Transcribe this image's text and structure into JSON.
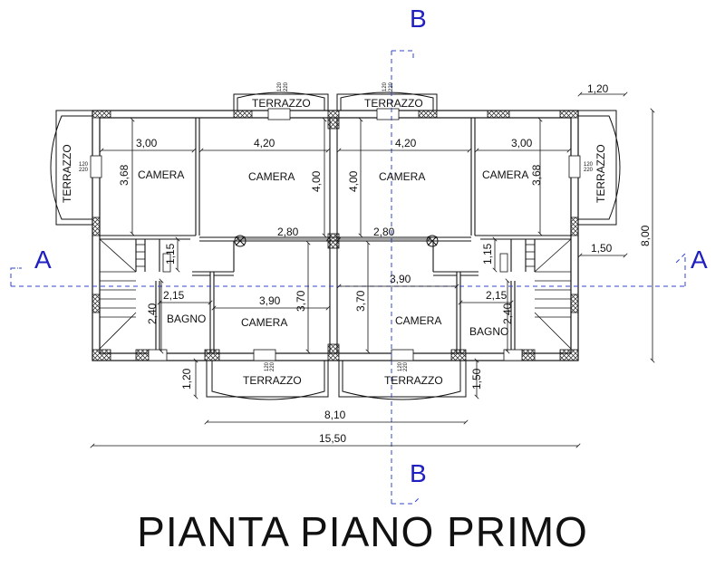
{
  "title": "PIANTA PIANO PRIMO",
  "section_labels": {
    "a_left": "A",
    "a_right": "A",
    "b_top": "B",
    "b_bottom": "B"
  },
  "rooms": {
    "camera_tl": "CAMERA",
    "camera_tcl": "CAMERA",
    "camera_tcr": "CAMERA",
    "camera_tr": "CAMERA",
    "camera_bcl": "CAMERA",
    "camera_bcr": "CAMERA",
    "bagno_l": "BAGNO",
    "bagno_r": "BAGNO",
    "terrazzo_top_l": "TERRAZZO",
    "terrazzo_top_r": "TERRAZZO",
    "terrazzo_left": "TERRAZZO",
    "terrazzo_right": "TERRAZZO",
    "terrazzo_bot_l": "TERRAZZO",
    "terrazzo_bot_r": "TERRAZZO"
  },
  "dimensions": {
    "top_right_1_20": "1,20",
    "w_3_00_l": "3,00",
    "w_4_20_l": "4,20",
    "w_4_20_r": "4,20",
    "w_3_00_r": "3,00",
    "h_3_68_l": "3,68",
    "h_3_68_r": "3,68",
    "h_4_00_l": "4,00",
    "h_4_00_r": "4,00",
    "w_2_80_l": "2,80",
    "w_2_80_r": "2,80",
    "h_1_15_l": "1,15",
    "h_1_15_r": "1,15",
    "w_1_50_r": "1,50",
    "h_8_00": "8,00",
    "w_3_90_top": "3,90",
    "w_2_15_l": "2,15",
    "w_2_15_r": "2,15",
    "w_3_90_l": "3,90",
    "h_2_40_l": "2,40",
    "h_2_40_r": "2,40",
    "h_3_70_l": "3,70",
    "h_3_70_r": "3,70",
    "h_1_20_bl": "1,20",
    "h_1_50_br": "1,50",
    "w_8_10": "8,10",
    "w_15_50": "15,50"
  },
  "window_tags": {
    "top": "120",
    "bottom": "220"
  }
}
